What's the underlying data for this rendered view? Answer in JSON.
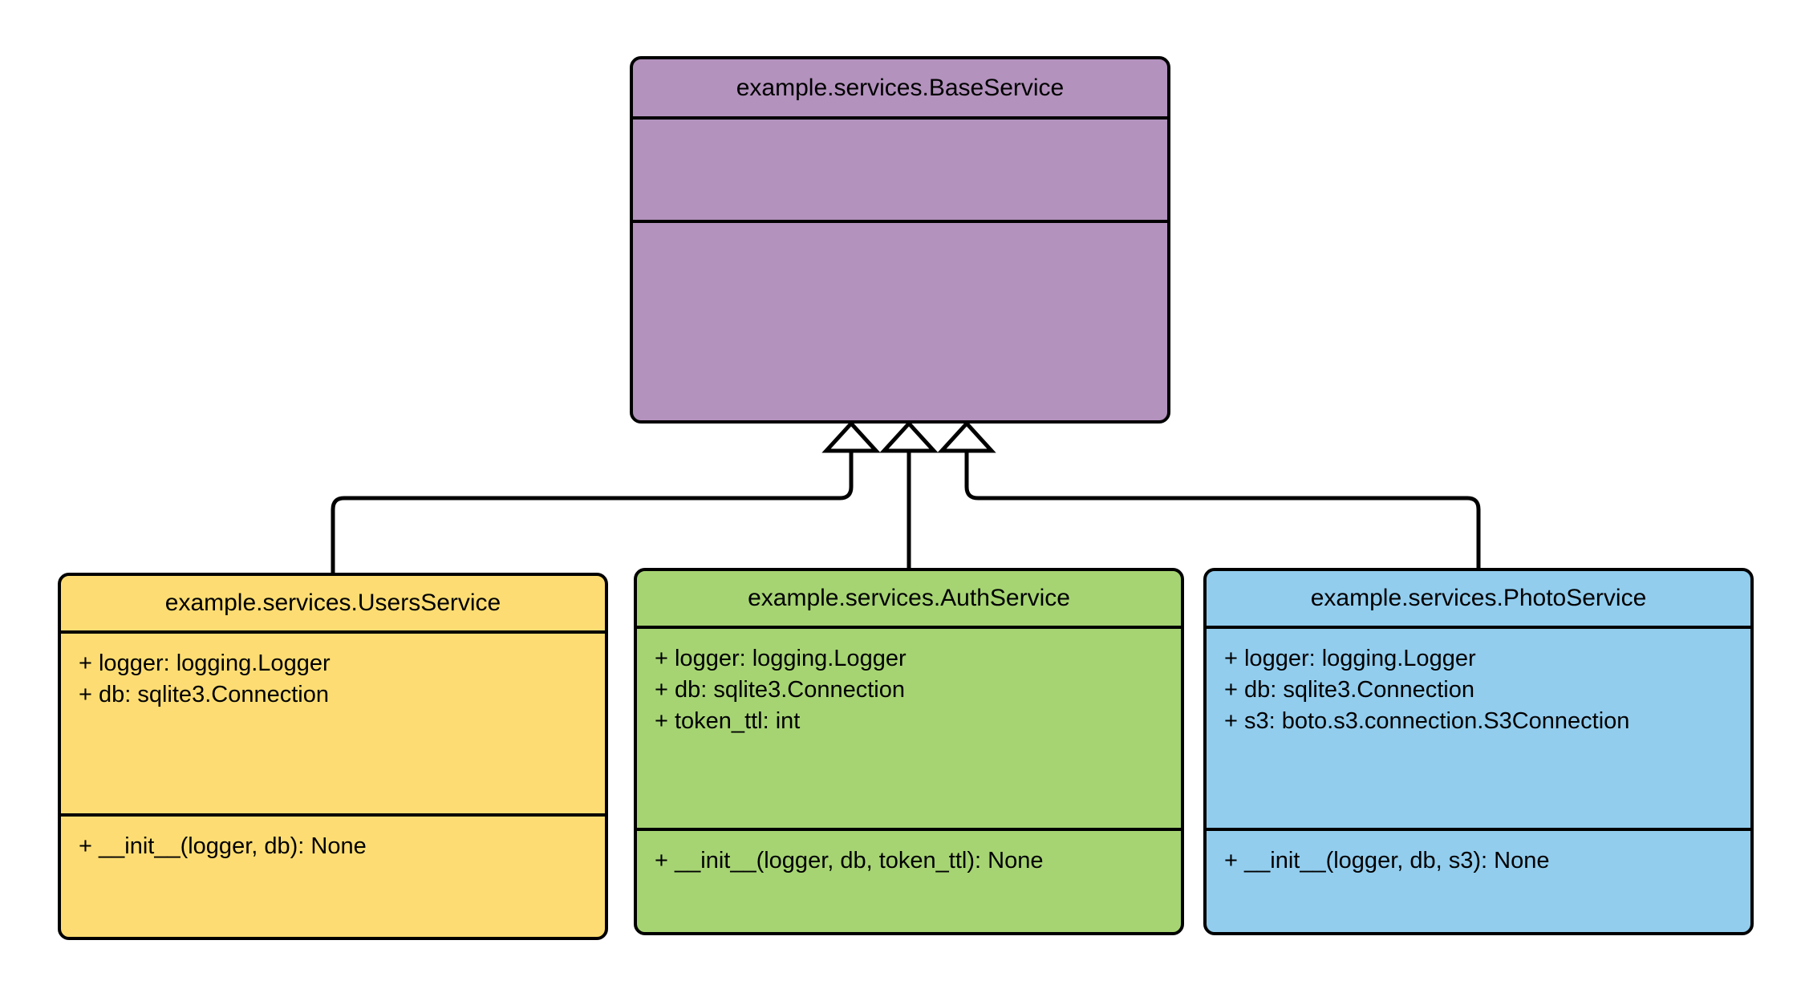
{
  "diagram": {
    "type": "uml-class-diagram",
    "title": "",
    "background_color": "#ffffff",
    "relationship_type": "generalization",
    "classes": [
      {
        "id": "base",
        "name": "example.services.BaseService",
        "fill_color": "#B392BD",
        "border_color": "#000000",
        "attributes": [],
        "methods": []
      },
      {
        "id": "users",
        "name": "example.services.UsersService",
        "fill_color": "#FDDD73",
        "border_color": "#000000",
        "attributes": [
          "+ logger: logging.Logger",
          "+ db: sqlite3.Connection"
        ],
        "methods": [
          "+ __init__(logger, db): None"
        ]
      },
      {
        "id": "auth",
        "name": "example.services.AuthService",
        "fill_color": "#A6D473",
        "border_color": "#000000",
        "attributes": [
          "+ logger: logging.Logger",
          "+ db: sqlite3.Connection",
          "+ token_ttl: int"
        ],
        "methods": [
          "+ __init__(logger, db, token_ttl): None"
        ]
      },
      {
        "id": "photo",
        "name": "example.services.PhotoService",
        "fill_color": "#92CDEE",
        "border_color": "#000000",
        "attributes": [
          "+ logger: logging.Logger",
          "+ db: sqlite3.Connection",
          "+ s3: boto.s3.connection.S3Connection"
        ],
        "methods": [
          "+ __init__(logger, db, s3): None"
        ]
      }
    ],
    "edges": [
      {
        "from": "users",
        "to": "base",
        "kind": "inheritance"
      },
      {
        "from": "auth",
        "to": "base",
        "kind": "inheritance"
      },
      {
        "from": "photo",
        "to": "base",
        "kind": "inheritance"
      }
    ]
  }
}
